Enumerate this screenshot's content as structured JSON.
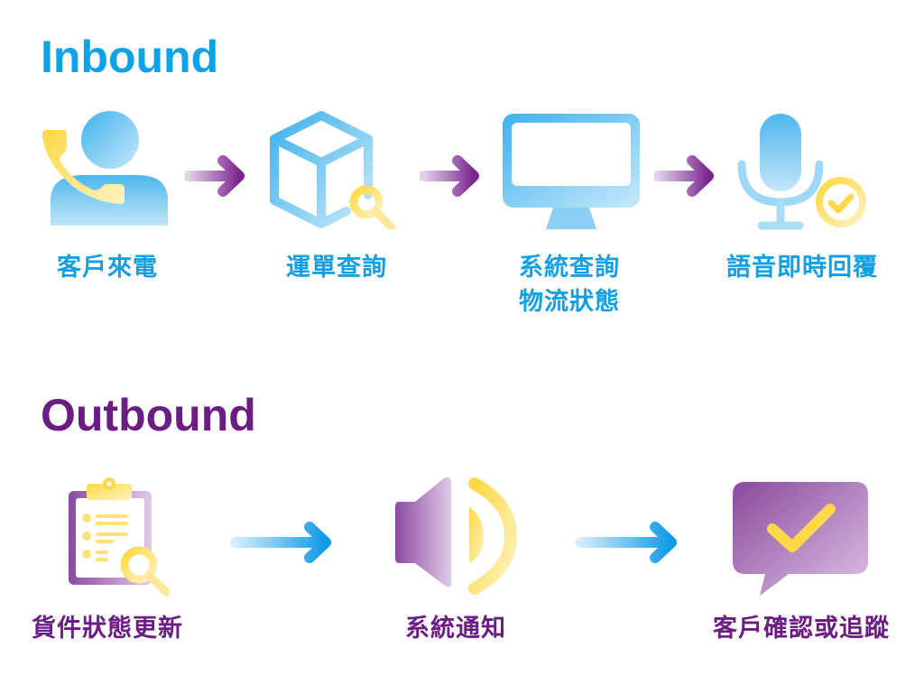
{
  "colors": {
    "inbound": "#0ea2e8",
    "outbound": "#6c1d83",
    "blue_icon": "#4fb7ef",
    "yellow_icon": "#fdd94a",
    "purple_icon": "#8e4ea0"
  },
  "inbound": {
    "title": "Inbound",
    "steps": [
      {
        "icon": "person-phone-icon",
        "label": "客戶來電"
      },
      {
        "icon": "package-search-icon",
        "label": "運單查詢"
      },
      {
        "icon": "monitor-icon",
        "label_line1": "系統查詢",
        "label_line2": "物流狀態"
      },
      {
        "icon": "microphone-check-icon",
        "label": "語音即時回覆"
      }
    ]
  },
  "outbound": {
    "title": "Outbound",
    "steps": [
      {
        "icon": "clipboard-search-icon",
        "label": "貨件狀態更新"
      },
      {
        "icon": "speaker-icon",
        "label": "系統通知"
      },
      {
        "icon": "chat-check-icon",
        "label": "客戶確認或追蹤"
      }
    ]
  }
}
